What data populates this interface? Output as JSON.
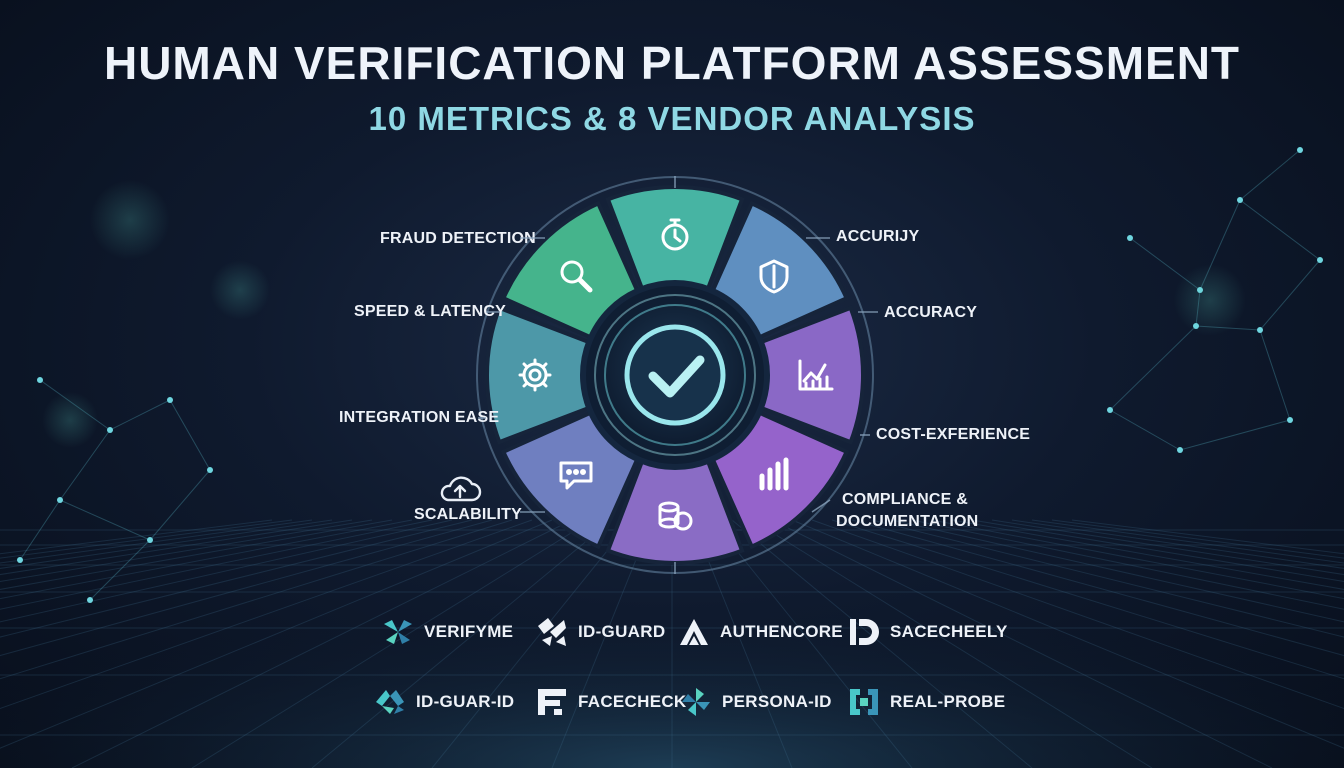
{
  "header": {
    "title": "HUMAN VERIFICATION PLATFORM ASSESSMENT",
    "subtitle": "10 METRICS & 8 VENDOR ANALYSIS"
  },
  "metrics": {
    "left": [
      {
        "id": "fraud-detection",
        "label": "FRAUD DETECTION"
      },
      {
        "id": "speed-latency",
        "label": "SPEED & LATENCY"
      },
      {
        "id": "integration-ease",
        "label": "INTEGRATION EASE"
      },
      {
        "id": "scalability",
        "label": "SCALABILITY",
        "icon": "cloud-upload-icon"
      }
    ],
    "right": [
      {
        "id": "accurity",
        "label": "ACCURIJY"
      },
      {
        "id": "accuracy",
        "label": "ACCURACY"
      },
      {
        "id": "cost-experience",
        "label": "COST-EXFERIENCE"
      },
      {
        "id": "compliance",
        "label_line1": "COMPLIANCE &",
        "label_line2": "DOCUMENTATION"
      }
    ]
  },
  "wheel": {
    "center_icon": "check-mark-icon",
    "segment_icons": [
      "stopwatch-icon",
      "shield-icon",
      "line-chart-icon",
      "bar-chart-icon",
      "coins-icon",
      "chat-bubble-icon",
      "gear-icon",
      "magnifier-icon"
    ],
    "colors": {
      "green": "#4cc48f",
      "teal": "#4a93a8",
      "purple": "#8a63c6",
      "accent": "#8fe0e6"
    }
  },
  "vendors": {
    "row1": [
      {
        "name": "VERIFYME",
        "logo": "verifyme-logo-icon"
      },
      {
        "name": "ID-GUARD",
        "logo": "id-guard-logo-icon"
      },
      {
        "name": "AUTHENCORE",
        "logo": "authencore-logo-icon"
      },
      {
        "name": "SACECHEELY",
        "logo": "sacecheely-logo-icon"
      }
    ],
    "row2": [
      {
        "name": "ID-GUAR-ID",
        "logo": "id-guar-id-logo-icon"
      },
      {
        "name": "FACECHECK",
        "logo": "facecheck-logo-icon"
      },
      {
        "name": "PERSONA-ID",
        "logo": "persona-id-logo-icon"
      },
      {
        "name": "REAL-PROBE",
        "logo": "real-probe-logo-icon"
      }
    ]
  }
}
